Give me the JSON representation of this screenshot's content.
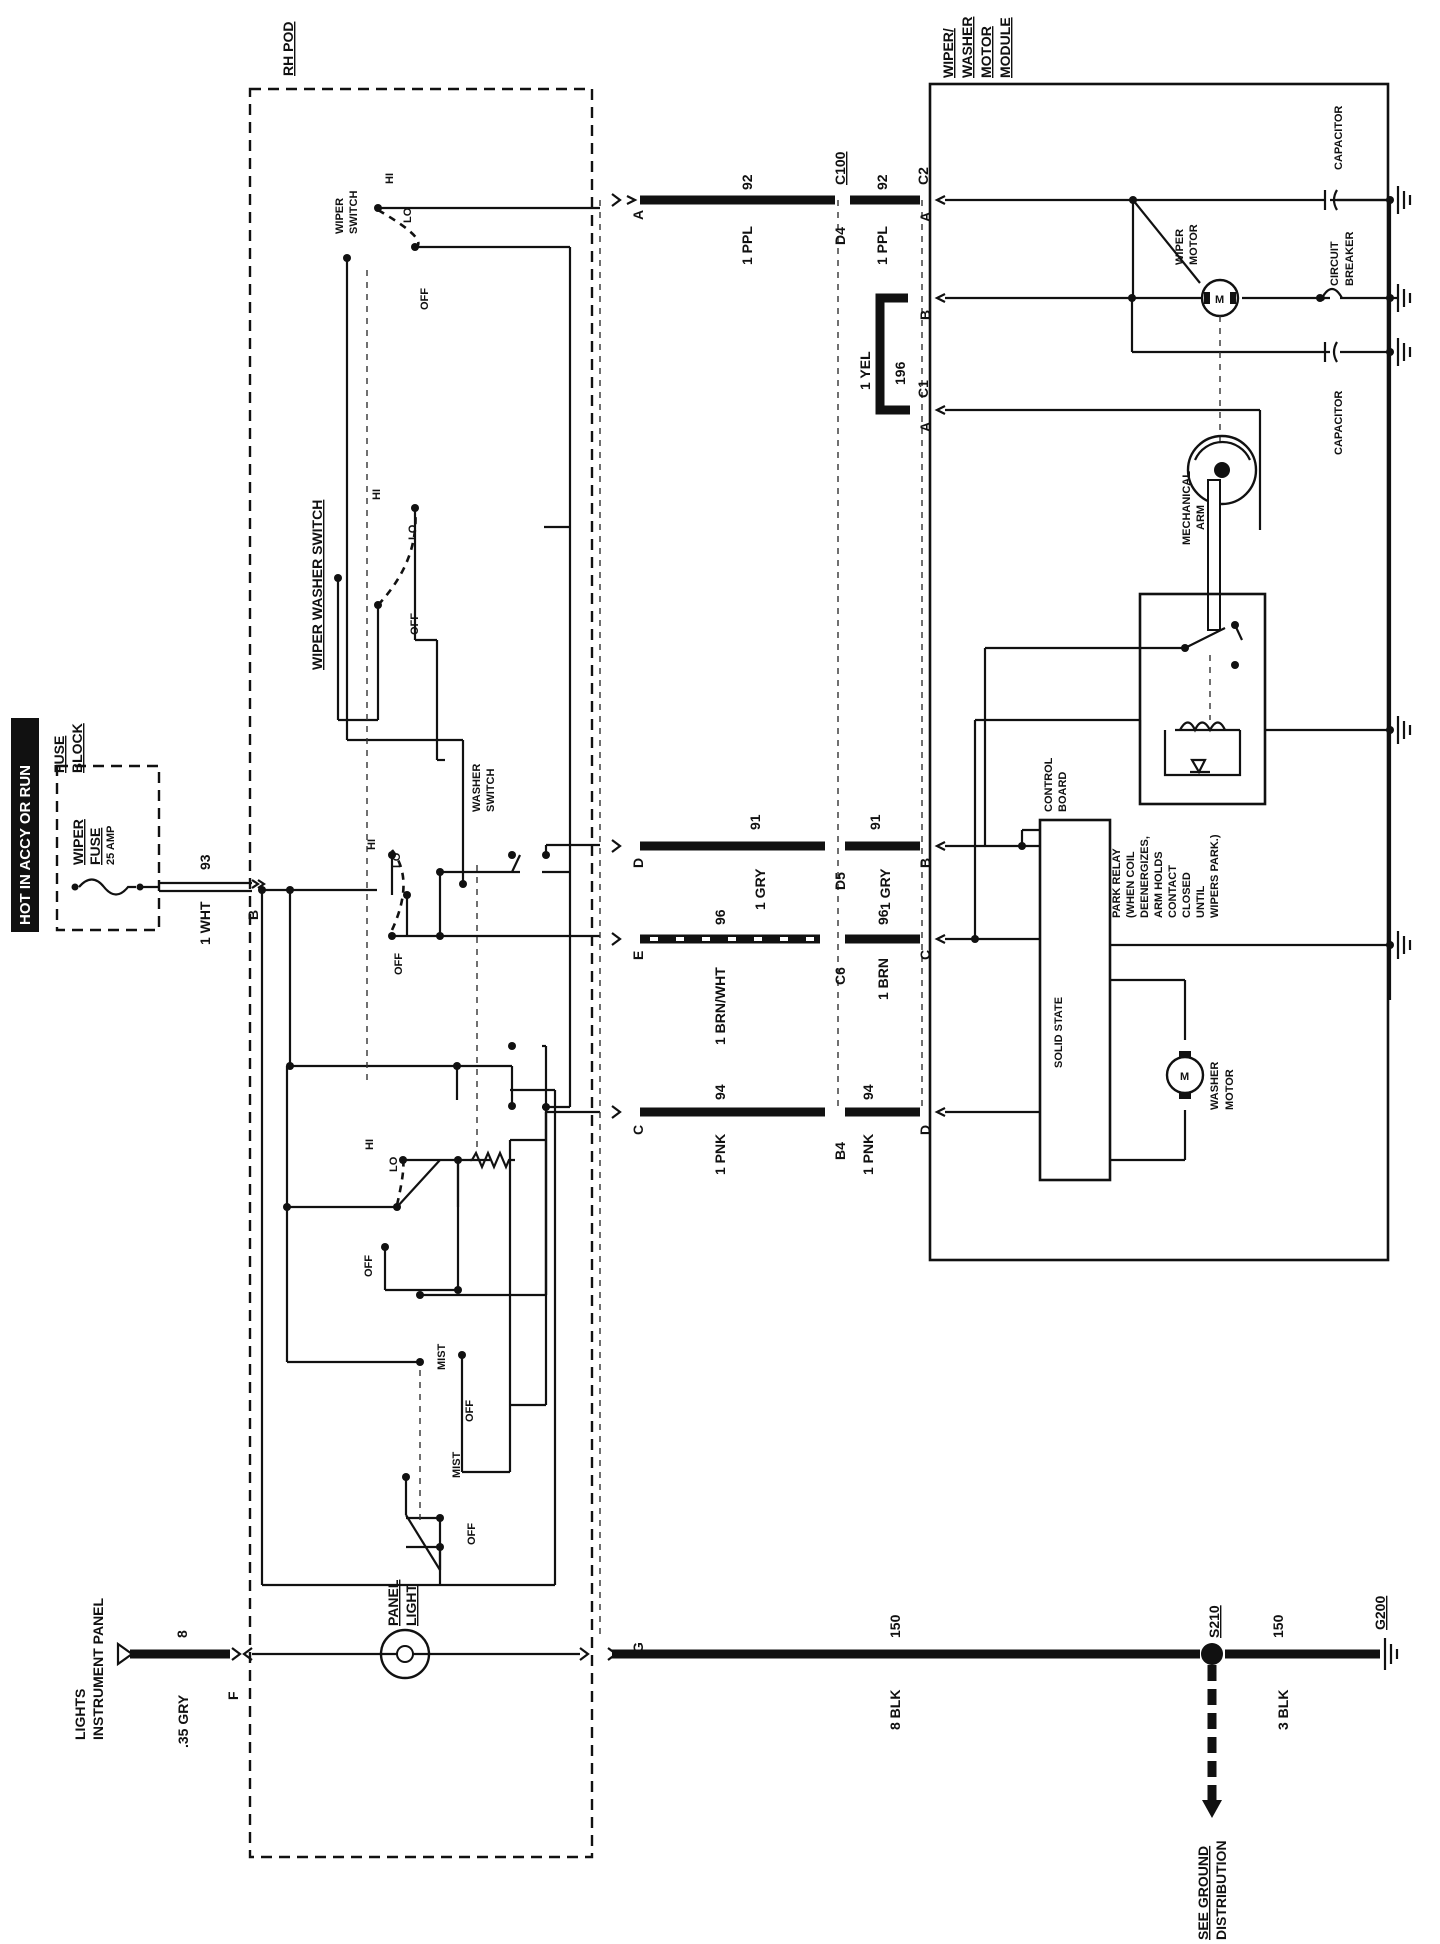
{
  "header": {
    "power_banner": "HOT IN ACCY OR RUN",
    "fuse_block_line1": "FUSE",
    "fuse_block_line2": "BLOCK",
    "fuse_name_line1": "WIPER",
    "fuse_name_line2": "FUSE",
    "fuse_rating": "25 AMP"
  },
  "modules": {
    "rh_pod": "RH POD",
    "motor_module_lines": [
      "WIPER/",
      "WASHER",
      "MOTOR",
      "MODULE"
    ]
  },
  "switches": {
    "wiper_switch_line1": "WIPER",
    "wiper_switch_line2": "SWITCH",
    "wiper_washer_switch": "WIPER WASHER SWITCH",
    "washer_switch_line1": "WASHER",
    "washer_switch_line2": "SWITCH",
    "pos_hi": "HI",
    "pos_lo": "LO",
    "pos_off": "OFF",
    "pos_mist": "MIST"
  },
  "components": {
    "wiper_motor_line1": "WIPER",
    "wiper_motor_line2": "MOTOR",
    "washer_motor_line1": "WASHER",
    "washer_motor_line2": "MOTOR",
    "motor_symbol": "M",
    "capacitor": "CAPACITOR",
    "circuit_breaker_line1": "CIRCUIT",
    "circuit_breaker_line2": "BREAKER",
    "mechanical_arm_line1": "MECHANICAL",
    "mechanical_arm_line2": "ARM",
    "control_board_line1": "CONTROL",
    "control_board_line2": "BOARD",
    "solid_state": "SOLID STATE",
    "park_relay_lines": [
      "PARK RELAY",
      "(WHEN COIL",
      "DEENERGIZES,",
      "ARM HOLDS",
      "CONTACT",
      "CLOSED",
      "UNTIL",
      "WIPERS PARK.)"
    ],
    "panel_light_line1": "PANEL",
    "panel_light_line2": "LIGHT",
    "lights_line1": "LIGHTS",
    "lights_line2": "INSTRUMENT PANEL"
  },
  "connectors": {
    "c100": "C100",
    "c1": "C1",
    "c2": "C2",
    "d4": "D4",
    "d5": "D5",
    "c6": "C6",
    "b4": "B4",
    "s210": "S210",
    "g200": "G200",
    "pin_a": "A",
    "pin_b": "B",
    "pin_c": "C",
    "pin_d": "D",
    "pin_e": "E",
    "pin_f": "F",
    "pin_g": "G"
  },
  "wires": {
    "c92": "92",
    "w92": "1 PPL",
    "c196": "196",
    "w196": "1 YEL",
    "c91": "91",
    "w91": "1 GRY",
    "c96": "96",
    "w96_pod": "1 BRN/WHT",
    "w96_mod": "1 BRN",
    "c94": "94",
    "w94": "1 PNK",
    "c93": "93",
    "w93": "1 WHT",
    "c8": "8",
    "w8": ".35 GRY",
    "c150": "150",
    "w150_main": "8 BLK",
    "w150_gnd": "3 BLK"
  },
  "footer": {
    "see_ground_line1": "SEE GROUND",
    "see_ground_line2": "DISTRIBUTION"
  }
}
